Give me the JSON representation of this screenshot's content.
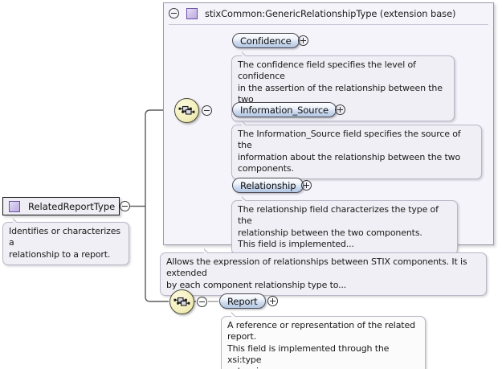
{
  "diagram": {
    "kind": "xsd-schema-diagram",
    "root": {
      "name": "RelatedReportType",
      "icon": "complex-type-icon",
      "toggle": "minus-icon",
      "annotation": "Identifies or characterizes a\nrelationship to a report."
    },
    "extension_base": {
      "title": "stixCommon:GenericRelationshipType (extension base)",
      "icon": "complex-type-icon",
      "toggle": "minus-icon",
      "compositor": "sequence-icon",
      "compositor_toggle": "minus-icon",
      "annotation": "Allows the expression of relationships between STIX components. It is extended\nby each component relationship type to...",
      "elements": [
        {
          "name": "Confidence",
          "toggle": "plus-icon",
          "annotation": "The confidence field specifies the level of confidence\nin the assertion of the relationship between the two\ncomponents."
        },
        {
          "name": "Information_Source",
          "toggle": "plus-icon",
          "annotation": "The Information_Source field specifies the source of the\ninformation about the relationship between the two\ncomponents."
        },
        {
          "name": "Relationship",
          "toggle": "plus-icon",
          "annotation": "The relationship field characterizes the type of the\nrelationship between the two components.\nThis field is implemented..."
        }
      ]
    },
    "own_content": {
      "compositor": "sequence-icon",
      "compositor_toggle": "minus-icon",
      "elements": [
        {
          "name": "Report",
          "toggle": "plus-icon",
          "annotation": "A reference or representation of the related\nreport.\nThis field is implemented through the xsi:type\nextension..."
        }
      ]
    }
  },
  "colors": {
    "container_bg": "#f6f4fb",
    "container_border": "#9d9aa8",
    "pill_gradient_top": "#fcfdff",
    "pill_gradient_bottom": "#b3c7e4",
    "sequence_fill": "#f4efbe",
    "type_square_border": "#6b4fa8",
    "note_bg": "#f0eff5",
    "line": "#5a5a5a"
  }
}
